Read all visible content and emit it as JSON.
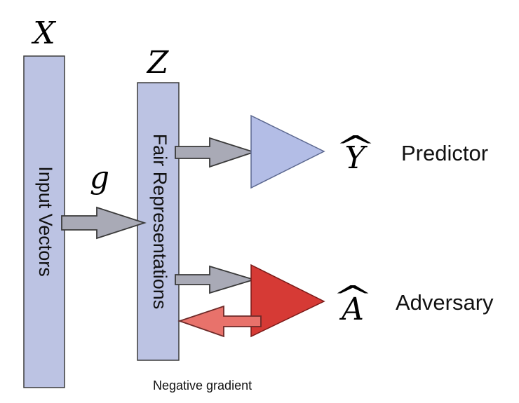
{
  "colors": {
    "bar_fill": "#bcc3e3",
    "bar_stroke": "#3c3c3c",
    "predictor_fill": "#b3bde6",
    "predictor_stroke": "#5c6890",
    "adversary_fill": "#d63a35",
    "adversary_stroke": "#7a1a18",
    "arrow_fill": "#a9aab6",
    "arrow_stroke": "#3a3a3a",
    "gradient_arrow_fill": "#e8726b",
    "gradient_arrow_stroke": "#6d2a28"
  },
  "symbols": {
    "x": "X",
    "z": "Z",
    "g": "g",
    "y_hat": "Y",
    "a_hat": "A",
    "hat": "^"
  },
  "labels": {
    "input_vectors": "Input Vectors",
    "fair_representations": "Fair Representations",
    "predictor": "Predictor",
    "adversary": "Adversary",
    "negative_gradient": "Negative gradient"
  }
}
